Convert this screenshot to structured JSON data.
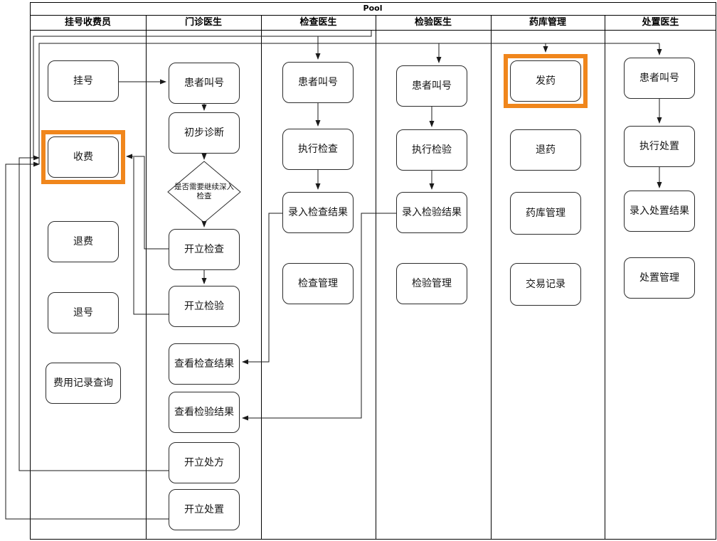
{
  "pool": {
    "title": "Pool"
  },
  "lanes": [
    {
      "label": "挂号收费员"
    },
    {
      "label": "门诊医生"
    },
    {
      "label": "检查医生"
    },
    {
      "label": "检验医生"
    },
    {
      "label": "药库管理"
    },
    {
      "label": "处置医生"
    }
  ],
  "nodes": {
    "register": {
      "label": "挂号"
    },
    "charge": {
      "label": "收费",
      "highlighted": true
    },
    "refund_fee": {
      "label": "退费"
    },
    "cancel_registration": {
      "label": "退号"
    },
    "fee_record_query": {
      "label": "费用记录查询"
    },
    "patient_call_outpatient": {
      "label": "患者叫号"
    },
    "preliminary_diagnosis": {
      "label": "初步诊断"
    },
    "need_further_exam_decision": {
      "label": "是否需要继续深入检查"
    },
    "order_examination": {
      "label": "开立检查"
    },
    "order_lab_test": {
      "label": "开立检验"
    },
    "view_exam_results": {
      "label": "查看检查结果"
    },
    "view_test_results": {
      "label": "查看检验结果"
    },
    "issue_prescription": {
      "label": "开立处方"
    },
    "issue_treatment": {
      "label": "开立处置"
    },
    "patient_call_exam": {
      "label": "患者叫号"
    },
    "perform_examination": {
      "label": "执行检查"
    },
    "enter_exam_results": {
      "label": "录入检查结果"
    },
    "exam_management": {
      "label": "检查管理"
    },
    "patient_call_lab": {
      "label": "患者叫号"
    },
    "perform_lab_test": {
      "label": "执行检验"
    },
    "enter_test_results": {
      "label": "录入检验结果"
    },
    "test_management": {
      "label": "检验管理"
    },
    "dispense_medicine": {
      "label": "发药",
      "highlighted": true
    },
    "return_medicine": {
      "label": "退药"
    },
    "pharmacy_management": {
      "label": "药库管理"
    },
    "transaction_records": {
      "label": "交易记录"
    },
    "patient_call_treatment": {
      "label": "患者叫号"
    },
    "perform_treatment": {
      "label": "执行处置"
    },
    "enter_treatment_results": {
      "label": "录入处置结果"
    },
    "treatment_management": {
      "label": "处置管理"
    }
  },
  "colors": {
    "highlight": "#F0861C",
    "line": "#1a1a1a",
    "node_border": "#2b2b2b",
    "node_fill": "#FFFFFF"
  }
}
